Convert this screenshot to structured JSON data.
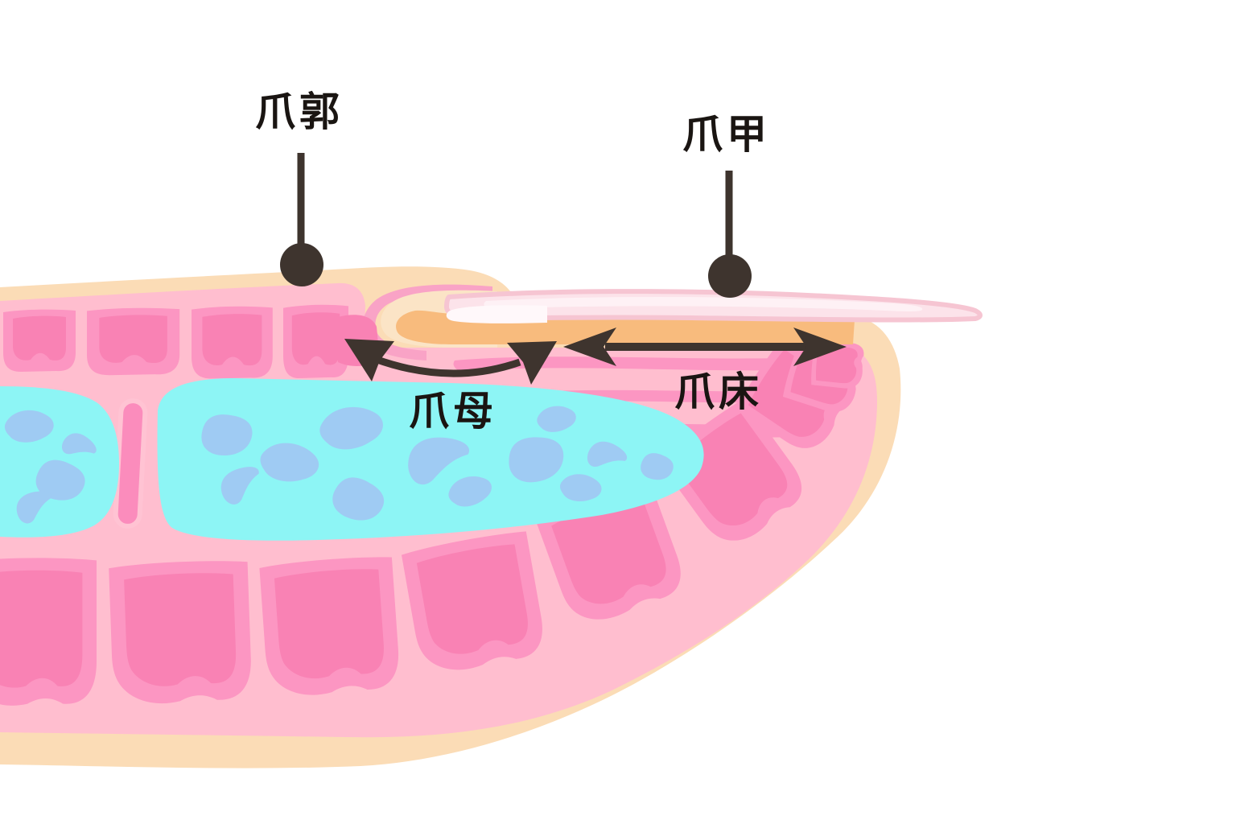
{
  "figure": {
    "kind": "anatomical cross-section diagram of a fingertip and nail",
    "language": "Japanese"
  },
  "labels": {
    "nail_fold": "爪郭",
    "nail_plate": "爪甲",
    "nail_matrix": "爪母",
    "nail_bed": "爪床"
  },
  "annotations": [
    {
      "label": "爪郭",
      "style": "pointer-line-with-dot",
      "points_to": "skin fold at base of nail"
    },
    {
      "label": "爪甲",
      "style": "pointer-line-with-dot",
      "points_to": "nail plate surface"
    },
    {
      "label": "爪母",
      "style": "curved-double-arrow",
      "spans": "nail matrix region under the fold"
    },
    {
      "label": "爪床",
      "style": "straight-double-arrow",
      "spans": "nail bed under the nail plate"
    }
  ],
  "colors": {
    "background": "#FFFFFF",
    "skin_peach": "#FBDCB6",
    "dermis_light_pink": "#FFBECF",
    "fold_curl_pink": "#F9A3C6",
    "lobule_mid_pink": "#FC96C2",
    "lobule_dark_pink": "#F982B4",
    "bone_cyan": "#8DF5F5",
    "marrow_blue": "#9FCBF3",
    "cuticle_cream": "#FBE4C6",
    "nail_bed_orange": "#F8BB7D",
    "nail_fill": "#FCE3EA",
    "nail_border": "#F6C5D2",
    "nail_highlight": "#FEF1F5",
    "annotation_dark": "#3E342E",
    "label_text": "#1A1512"
  }
}
